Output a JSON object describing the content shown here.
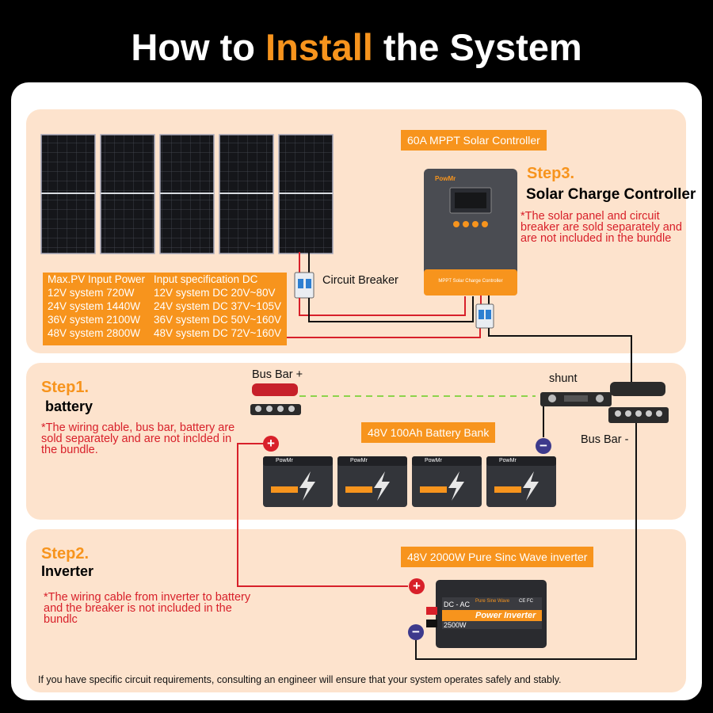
{
  "title": {
    "prefix": "How to ",
    "accent": "Install",
    "suffix": " the System"
  },
  "colors": {
    "accent": "#f7941d",
    "panel_bg": "#fde3cd",
    "note_red": "#d8202a",
    "positive": "#d8202a",
    "negative": "#3d3a8c",
    "bus_dashed": "#8dd34b"
  },
  "controller": {
    "tag": "60A MPPT Solar Controller",
    "step": "Step3.",
    "heading": "Solar Charge Controller",
    "note": "*The solar panel and circuit breaker are sold separately and are not included in the bundle",
    "brand": "PowMr",
    "device_label": "MPPT Solar Charge Controller"
  },
  "breaker": {
    "label": "Circuit Breaker"
  },
  "spec_table": {
    "headers": [
      "Max.PV Input Power",
      "Input specification DC"
    ],
    "rows": [
      [
        "12V system 720W",
        "12V system DC 20V~80V"
      ],
      [
        "24V system 1440W",
        "24V system DC 37V~105V"
      ],
      [
        "36V system 2100W",
        "36V system DC 50V~160V"
      ],
      [
        "48V system 2800W",
        "48V system DC 72V~160V"
      ]
    ]
  },
  "battery": {
    "step": "Step1.",
    "heading": "battery",
    "note": "*The wiring cable, bus bar, battery are sold separately and are not inclded in the bundle.",
    "bank_tag": "48V 100Ah Battery Bank",
    "brand": "PowMr",
    "bus_plus": "Bus Bar +",
    "bus_minus": "Bus Bar -",
    "shunt": "shunt",
    "plus_icon": "+",
    "minus_icon": "−"
  },
  "inverter": {
    "step": "Step2.",
    "heading": "Inverter",
    "note": "*The wiring cable from inverter to battery and the breaker is not included in the bundlc",
    "tag": "48V 2000W Pure Sinc Wave inverter",
    "dc_ac": "DC - AC",
    "product": "Power Inverter",
    "watt": "2500W",
    "wave": "Pure Sine Wave",
    "cert": "CE FC"
  },
  "footer": "If you have specific circuit requirements, consulting an engineer will ensure that your system operates safely and stably."
}
